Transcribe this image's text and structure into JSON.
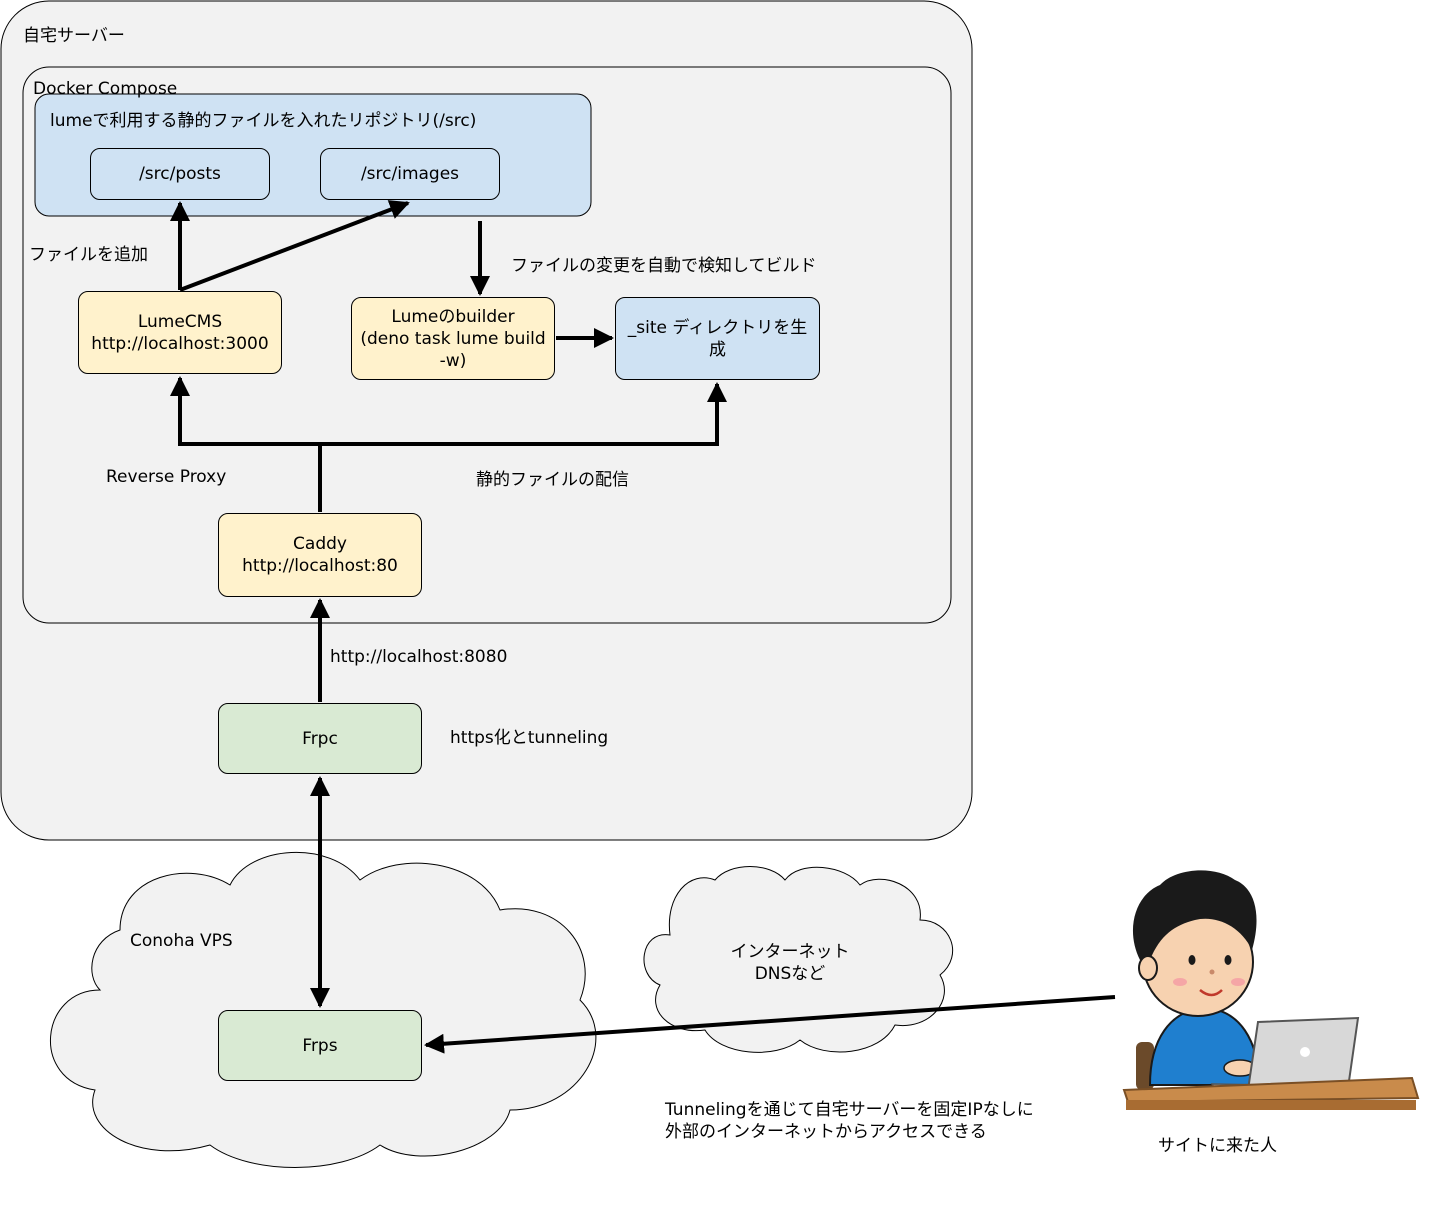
{
  "home_server": {
    "title": "自宅サーバー"
  },
  "docker_compose": {
    "title": "Docker Compose"
  },
  "repo": {
    "title": "lumeで利用する静的ファイルを入れたリポジトリ(/src)",
    "posts": "/src/posts",
    "images": "/src/images"
  },
  "nodes": {
    "lumecms": "LumeCMS\nhttp://localhost:3000",
    "builder": "Lumeのbuilder\n(deno task lume build\n-w)",
    "site": "_site ディレクトリを生\n成",
    "caddy": "Caddy\nhttp://localhost:80",
    "frpc": "Frpc",
    "frps": "Frps"
  },
  "edge_labels": {
    "add_file": "ファイルを追加",
    "auto_build": "ファイルの変更を自動で検知してビルド",
    "reverse_proxy": "Reverse Proxy",
    "static_delivery": "静的ファイルの配信",
    "localhost_8080": "http://localhost:8080",
    "https_tunneling": "https化とtunneling"
  },
  "clouds": {
    "conoha": "Conoha VPS",
    "internet": "インターネット\nDNSなど"
  },
  "footer_note": "Tunnelingを通じて自宅サーバーを固定IPなしに\n外部のインターネットからアクセスできる",
  "visitor": {
    "caption": "サイトに来た人"
  },
  "colors": {
    "yellow": "#fff2cc",
    "blue": "#cfe2f3",
    "green": "#d9ead3",
    "container": "#f2f2f2"
  }
}
